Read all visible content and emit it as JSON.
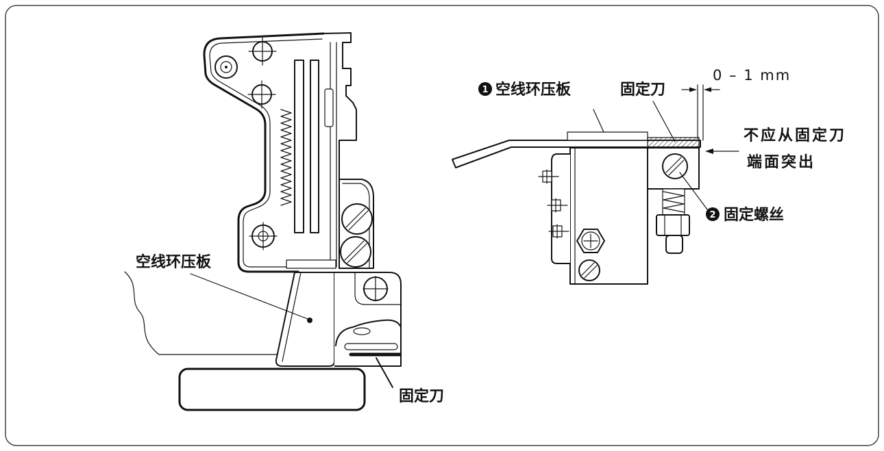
{
  "figure": {
    "left_view": {
      "pressure_plate_label": "空线环压板",
      "fixed_knife_label": "固定刀"
    },
    "right_view": {
      "callout_1": {
        "number": "1",
        "label": "空线环压板"
      },
      "fixed_knife_label": "固定刀",
      "dimension_label": "0 – 1 mm",
      "note": [
        "不应从固定刀",
        "端面突出"
      ],
      "callout_2": {
        "number": "2",
        "label": "固定螺丝"
      }
    }
  }
}
